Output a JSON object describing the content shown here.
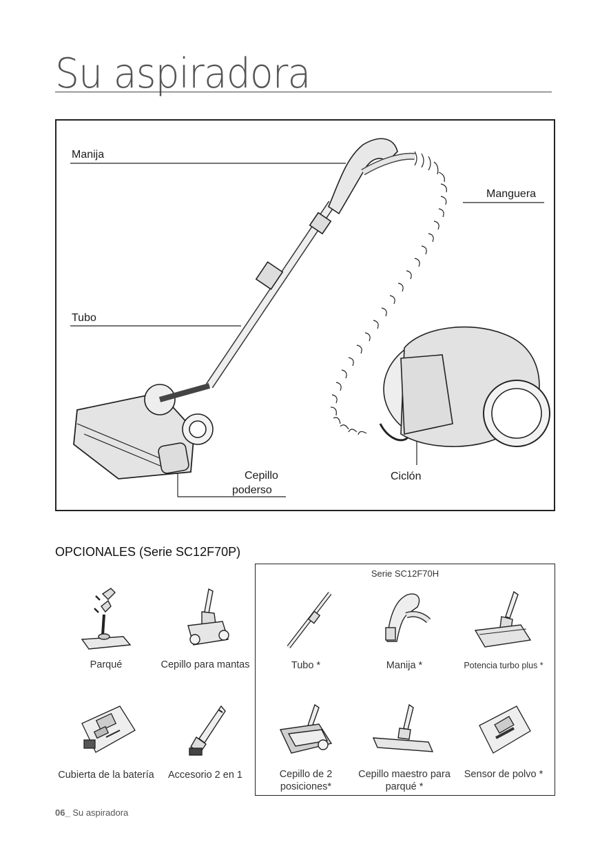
{
  "page": {
    "title": "Su aspiradora",
    "section_heading": "OPCIONALES (Serie SC12F70P)",
    "footer_page_number": "06_",
    "footer_text": " Su aspiradora"
  },
  "parts": {
    "handle": "Manija",
    "hose": "Manguera",
    "tube": "Tubo",
    "brush_line1": "Cepillo",
    "brush_line2": "poderso",
    "cyclone": "Ciclón"
  },
  "accessories_left": [
    {
      "name": "parquet-icon",
      "label": "Parqué"
    },
    {
      "name": "blanket-brush-icon",
      "label": "Cepillo para mantas"
    },
    {
      "name": "battery-cover-icon",
      "label": "Cubierta de la batería"
    },
    {
      "name": "two-in-one-icon",
      "label": "Accesorio 2 en 1"
    }
  ],
  "series_box": {
    "title": "Serie SC12F70H",
    "items": [
      {
        "name": "tube-icon",
        "label": "Tubo *"
      },
      {
        "name": "handle-icon",
        "label": "Manija *"
      },
      {
        "name": "turbo-plus-icon",
        "label": "Potencia turbo plus *"
      },
      {
        "name": "two-position-brush-icon",
        "label": "Cepillo de 2 posiciones*"
      },
      {
        "name": "parquet-master-brush-icon",
        "label": "Cepillo maestro para parqué *"
      },
      {
        "name": "dust-sensor-icon",
        "label": "Sensor de polvo *"
      }
    ]
  }
}
